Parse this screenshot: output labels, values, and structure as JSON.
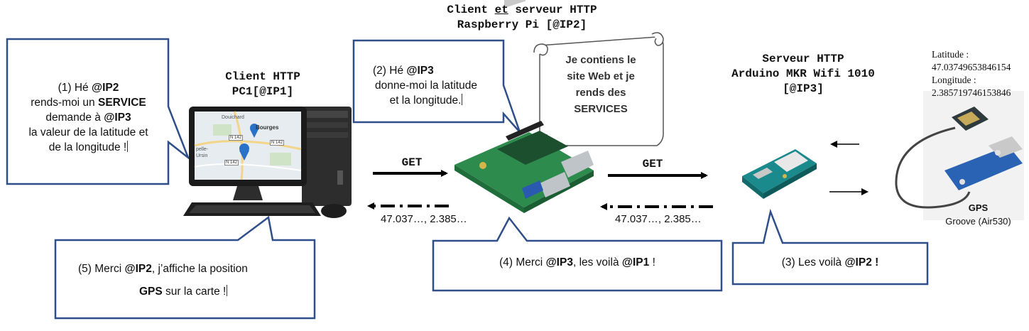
{
  "titles": {
    "center_line1_a": "Client ",
    "center_line1_b": "et",
    "center_line1_c": " serveur HTTP",
    "center_line2": "Raspberry Pi [@IP2]",
    "left_line1": "Client HTTP",
    "left_line2": "PC1[@IP1]",
    "right_line1": "Serveur HTTP",
    "right_line2": "Arduino MKR Wifi 1010",
    "right_line3": "[@IP3]"
  },
  "bubble1": {
    "l1_prefix": "(1)   Hé ",
    "l1_bold": "@IP2",
    "l2_prefix": "rends-moi un ",
    "l2_bold": "SERVICE",
    "l3_prefix": "demande à ",
    "l3_bold": "@IP3",
    "l4": "la valeur de la latitude et",
    "l5": "de la longitude !"
  },
  "bubble2": {
    "l1_prefix": "(2)   Hé ",
    "l1_bold": "@IP3",
    "l2": "donne-moi la latitude",
    "l3": "et la longitude."
  },
  "scroll": {
    "l1": "Je contiens le",
    "l2": "site Web et je",
    "l3": "rends des",
    "l4": "SERVICES"
  },
  "bubble3": {
    "prefix": "(3)  Les voilà ",
    "bold": "@IP2 !"
  },
  "bubble4": {
    "prefix": "(4)  Merci ",
    "bold1": "@IP3",
    "middle": ", les voilà ",
    "bold2": "@IP1",
    "suffix": " !"
  },
  "bubble5": {
    "l1_prefix": "(5)  Merci ",
    "l1_bold": "@IP2",
    "l1_suffix": ", j’affiche la position",
    "l2_bold": "GPS",
    "l2_suffix": " sur la carte !"
  },
  "arrows": {
    "get_left": "GET",
    "get_right": "GET",
    "value_left": "47.037…, 2.385…",
    "value_right": "47.037…, 2.385…"
  },
  "gps": {
    "lat_label": "Latitude :",
    "lat_value": "47.03749653846154",
    "lon_label": "Longitude :",
    "lon_value": "2.385719746153846",
    "module_label": "GPS",
    "module_sub": "Groove (Air530)"
  },
  "map": {
    "town1": "Douichard",
    "town2": "Bourges",
    "town3": "pelle-",
    "town4": "Ursin",
    "road1": "N 142",
    "road2": "N 142",
    "road3": "N 142"
  },
  "colors": {
    "bubble_border": "#2f4f8a",
    "arrow": "#000000",
    "pcb_green": "#2e8b4e",
    "arduino_teal": "#1a8a8c",
    "grove_blue": "#2a62b4"
  }
}
